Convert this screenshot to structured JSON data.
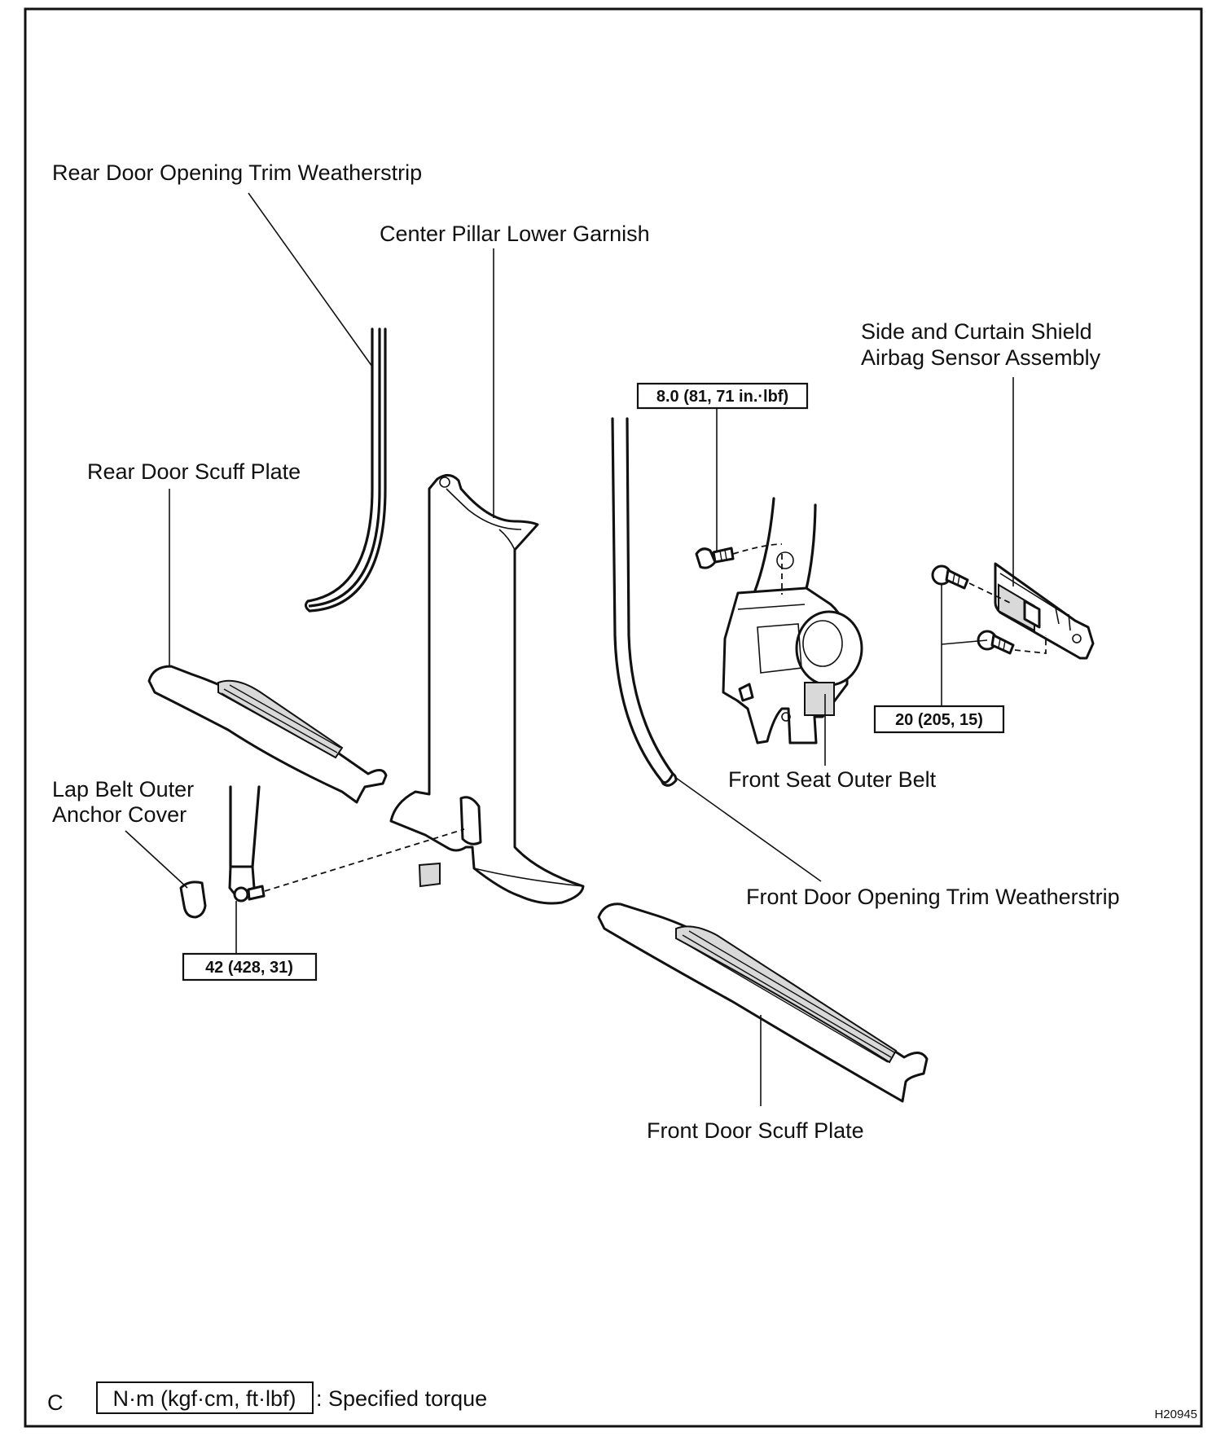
{
  "labels": {
    "rear_door_opening_trim_weatherstrip": "Rear Door Opening Trim Weatherstrip",
    "center_pillar_lower_garnish": "Center Pillar Lower Garnish",
    "side_curtain_sensor_line1": "Side and Curtain Shield",
    "side_curtain_sensor_line2": "Airbag Sensor Assembly",
    "rear_door_scuff_plate": "Rear Door Scuff Plate",
    "front_seat_outer_belt": "Front Seat Outer Belt",
    "lap_belt_cover_line1": "Lap Belt Outer",
    "lap_belt_cover_line2": "Anchor Cover",
    "front_door_opening_trim_weatherstrip": "Front Door Opening Trim Weatherstrip",
    "front_door_scuff_plate": "Front Door Scuff Plate"
  },
  "torques": {
    "belt_upper_bolt": "8.0 (81, 71 in.·lbf)",
    "sensor_bolts": "20 (205, 15)",
    "lap_anchor_bolt": "42 (428, 31)"
  },
  "legend": {
    "box_text": "N·m (kgf·cm, ft·lbf)",
    "description": ": Specified torque"
  },
  "corner_mark": "C",
  "figure_code": "H20945"
}
